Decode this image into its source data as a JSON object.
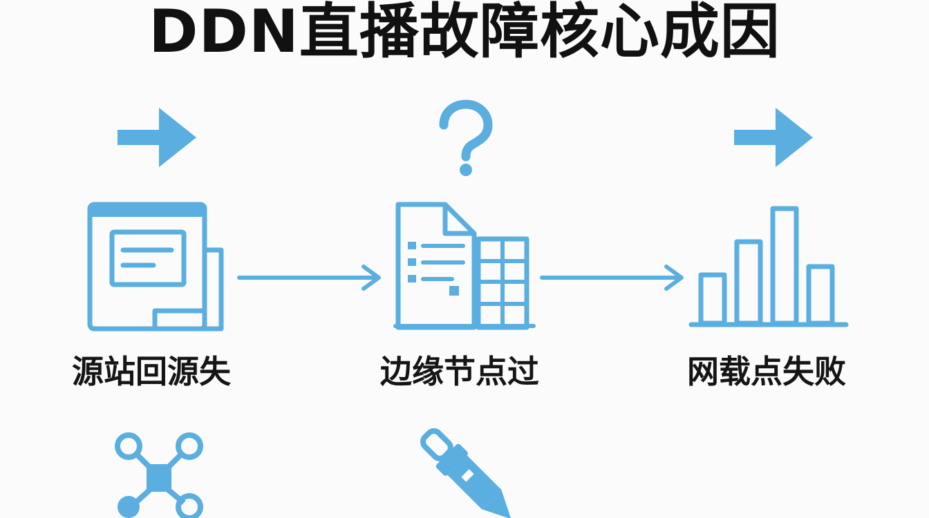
{
  "title": "DDN直播故障核心成因",
  "steps": [
    {
      "label": "源站回源失",
      "icon": "browser-window-icon"
    },
    {
      "label": "边缘节点过",
      "icon": "document-table-icon"
    },
    {
      "label": "网载点失败",
      "icon": "bar-chart-icon"
    }
  ],
  "top_icons": [
    "arrow-right-icon",
    "question-mark-icon",
    "arrow-right-icon"
  ],
  "bottom_icons": [
    "network-node-icon",
    "pen-icon"
  ],
  "colors": {
    "accent": "#5aaee0",
    "text": "#111111",
    "background": "#fbfbfb"
  }
}
